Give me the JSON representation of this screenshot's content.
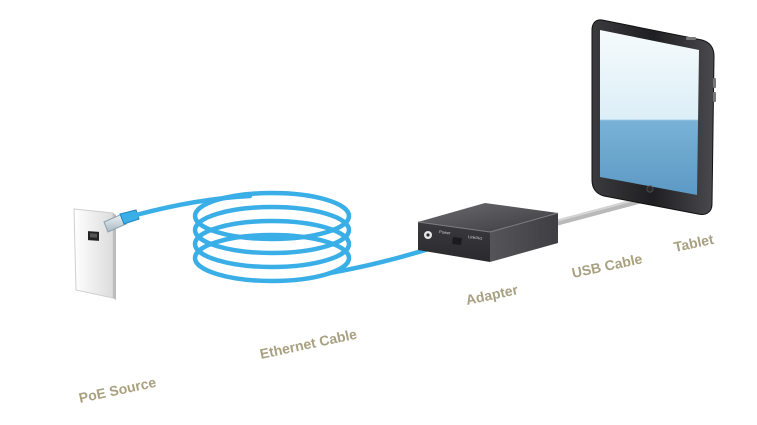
{
  "labels": {
    "poe_source": "PoE Source",
    "ethernet_cable": "Ethernet Cable",
    "adapter": "Adapter",
    "usb_cable": "USB Cable",
    "tablet": "Tablet"
  },
  "adapter_ports": {
    "power": "Power",
    "link": "Link/Act"
  },
  "colors": {
    "ethernet_cable": "#3aaee6",
    "usb_cable": "#b9b9b9",
    "adapter_body": "#4a4a4e",
    "label_text": "#a8a080",
    "tablet_screen_top": "#f4fbfd",
    "tablet_screen_bottom": "#6fa9cf"
  },
  "icons": {
    "rj45_jack": "ethernet-port-icon",
    "tablet_home": "home-button-icon",
    "adapter_logo": "brand-logo-icon"
  }
}
